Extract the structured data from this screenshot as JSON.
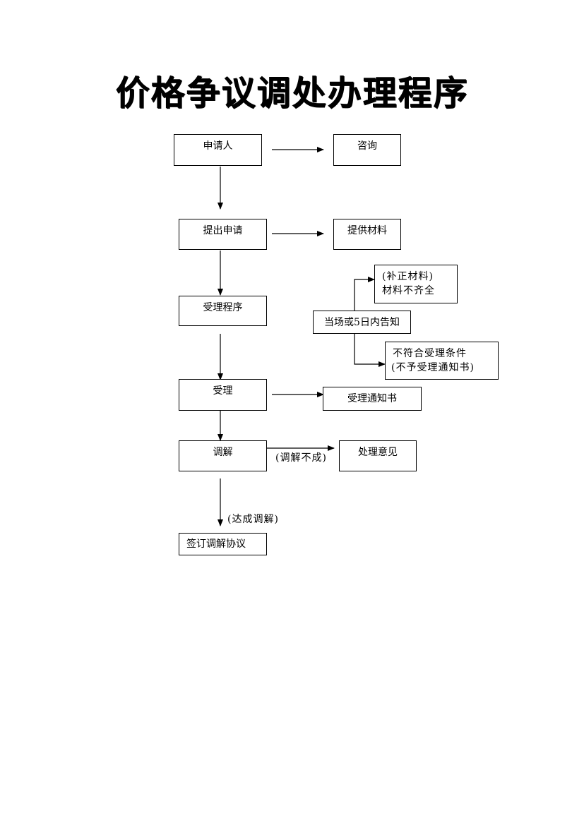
{
  "title": "价格争议调处办理程序",
  "nodes": {
    "applicant": "申请人",
    "consult": "咨询",
    "submit": "提出申请",
    "provide_materials": "提供材料",
    "acceptance_procedure": "受理程序",
    "notice": "当场或5日内告知",
    "supplement_line1": "(补正材料)",
    "supplement_line2": "材料不齐全",
    "reject_line1": "不符合受理条件",
    "reject_line2": "(不予受理通知书)",
    "accept": "受理",
    "acceptance_notice": "受理通知书",
    "mediate": "调解",
    "handling_opinion": "处理意见",
    "sign_agreement": "签订调解协议"
  },
  "edge_labels": {
    "mediation_failed": "(调解不成)",
    "mediation_reached": "(达成调解)"
  }
}
